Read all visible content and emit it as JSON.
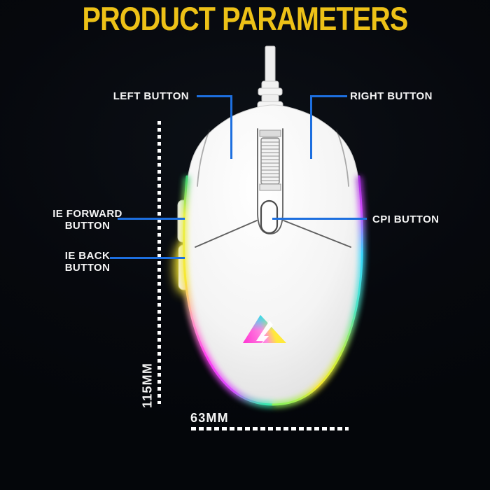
{
  "title": "PRODUCT PARAMETERS",
  "callouts": {
    "left_button": {
      "label": "LEFT BUTTON"
    },
    "right_button": {
      "label": "RIGHT BUTTON"
    },
    "ie_forward": {
      "line1": "IE FORWARD",
      "line2": "BUTTON"
    },
    "ie_back": {
      "line1": "IE BACK",
      "line2": "BUTTON"
    },
    "cpi": {
      "label": "CPI BUTTON"
    }
  },
  "dimensions": {
    "height": "115MM",
    "width": "63MM"
  },
  "illustration": {
    "subject": "white wired gaming mouse, top view",
    "features": [
      "cable",
      "scroll-wheel",
      "cpi-button",
      "side-buttons",
      "rgb-glow-edges",
      "rainbow-logo"
    ]
  },
  "colors": {
    "background": "#06080d",
    "title_yellow": "#edc117",
    "label_white": "#f4f4f4",
    "connector_blue": "#1d6fdf",
    "dotted_white": "#ffffff",
    "mouse_body": "#f5f5f5",
    "glow_left": [
      "#2ecc71",
      "#f7e733",
      "#ff3df0"
    ],
    "glow_right": [
      "#b03bdf",
      "#39d8ff",
      "#f7e733"
    ]
  }
}
